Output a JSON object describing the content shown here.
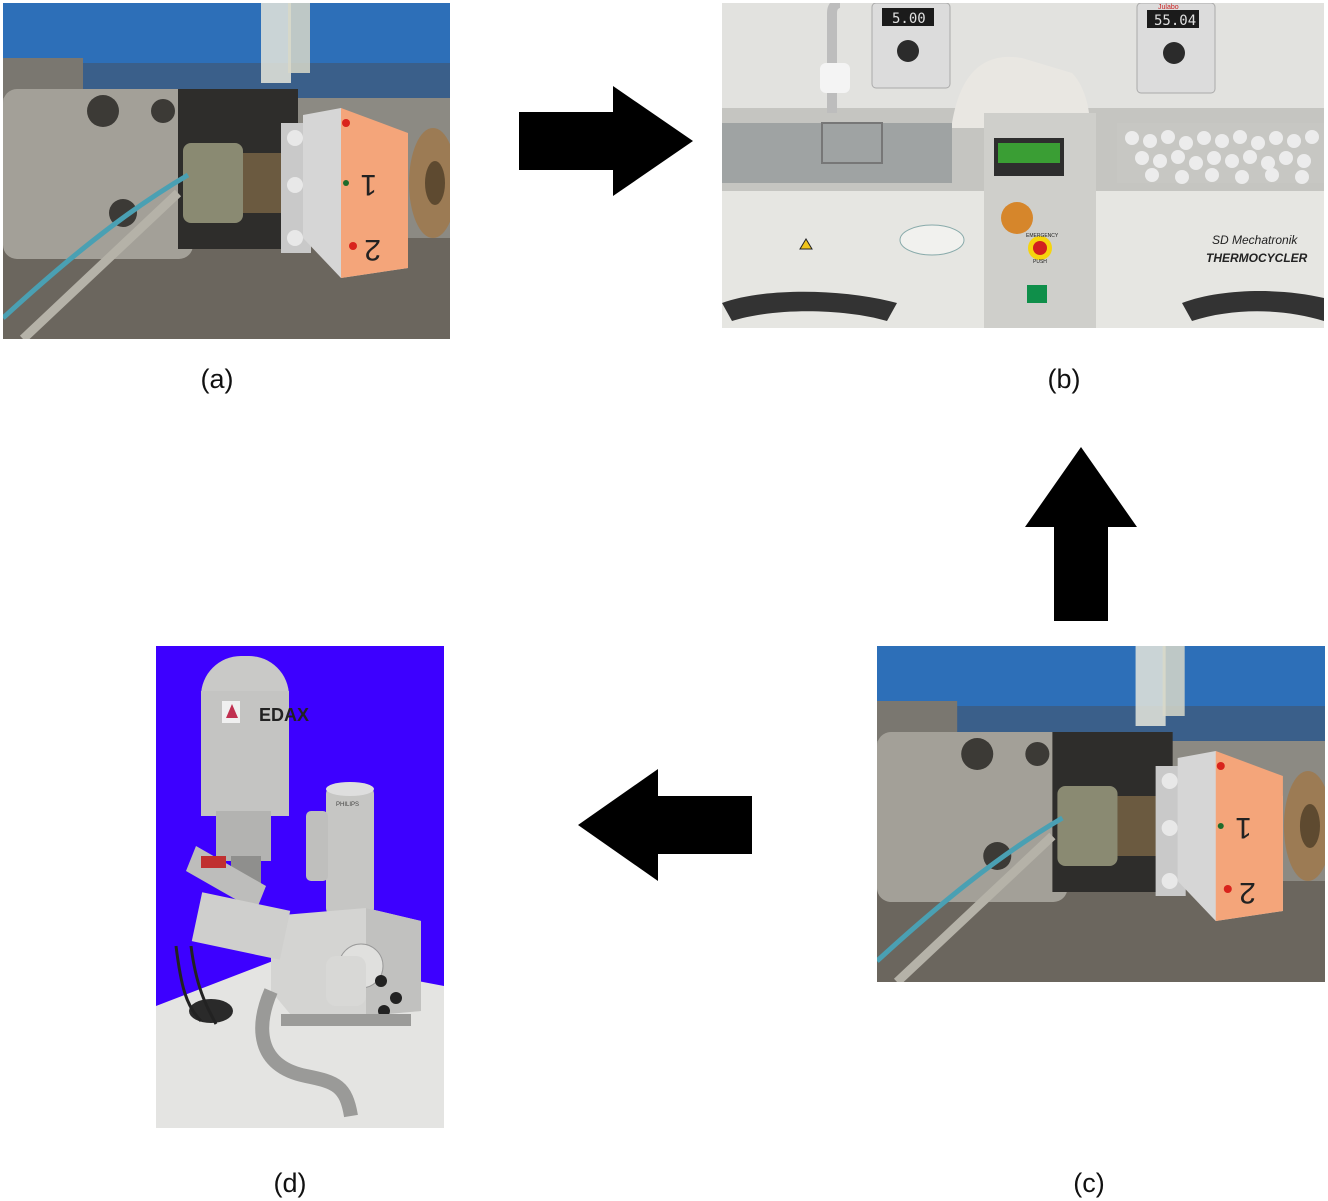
{
  "panels": [
    {
      "id": "a",
      "caption": "(a)",
      "marks": [
        "1",
        "2"
      ]
    },
    {
      "id": "b",
      "caption": "(b)",
      "display_left": "5.00",
      "display_right": "55.04",
      "brand": "Julabo",
      "label_line1": "SD Mechatronik",
      "label_line2": "THERMOCYCLER",
      "button_text": "PUSH",
      "emergency_text": "EMERGENCY"
    },
    {
      "id": "c",
      "caption": "(c)",
      "marks": [
        "1",
        "2"
      ]
    },
    {
      "id": "d",
      "caption": "(d)",
      "logo": "EDAX",
      "maker": "PHILIPS"
    }
  ],
  "arrows": [
    {
      "from": "a",
      "to": "b",
      "direction": "right"
    },
    {
      "from": "c",
      "to": "b",
      "direction": "up"
    },
    {
      "from": "c",
      "to": "d",
      "direction": "left"
    }
  ],
  "colors": {
    "arrow": "#000000",
    "sem_background": "#3d00ff",
    "sample_label": "#f4a57a"
  }
}
